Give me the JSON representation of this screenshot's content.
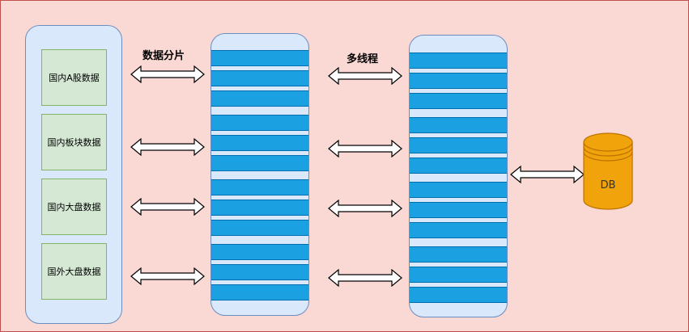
{
  "source_items": [
    "国内A股数据",
    "国内板块数据",
    "国内大盘数据",
    "国外大盘数据"
  ],
  "labels": {
    "shard": "数据分片",
    "threads": "多线程"
  },
  "database": {
    "label": "DB"
  },
  "colors": {
    "background": "#fad9d5",
    "container_fill": "#dae8fc",
    "source_fill": "#d5e8d4",
    "bar_fill": "#1ba1e2",
    "db_fill": "#f0a30a"
  }
}
